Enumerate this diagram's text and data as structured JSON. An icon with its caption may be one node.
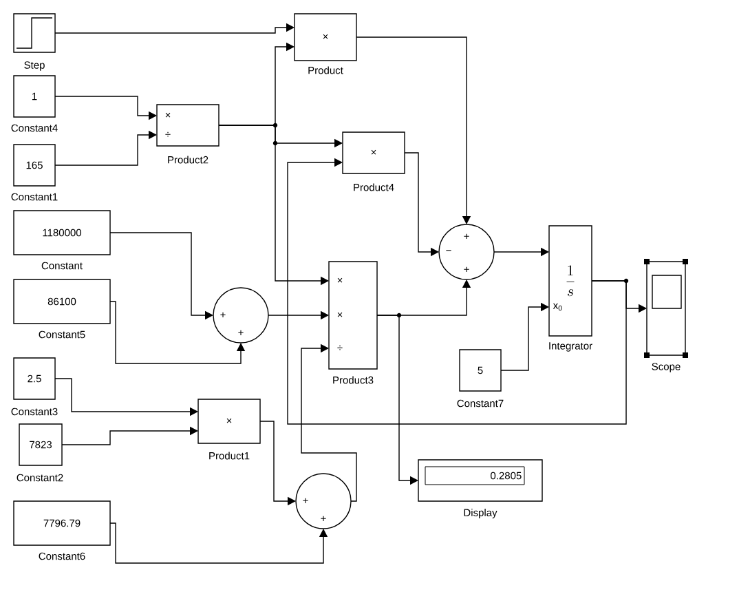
{
  "diagram": {
    "nodes": [
      {
        "text": [
          "Step"
        ]
      },
      {
        "text": [
          "×",
          "Product"
        ]
      },
      {
        "text": [
          "1",
          "Constant4"
        ]
      },
      {
        "text": [
          "×",
          "÷",
          "Product2"
        ]
      },
      {
        "text": [
          "×",
          "Product4"
        ]
      },
      {
        "text": [
          "165",
          "Constant1"
        ]
      },
      {
        "text": [
          "1180000",
          "Constant"
        ]
      },
      {
        "text": [
          "+",
          "−",
          "+"
        ]
      },
      {
        "text": [
          "\\frac{1}{s}",
          "x$_{0}$",
          "Integrator"
        ]
      },
      {
        "text": [
          "×",
          "×",
          "÷",
          "Product3"
        ]
      },
      {
        "text": [
          "+",
          "+"
        ]
      },
      {
        "text": [
          "Scope"
        ]
      },
      {
        "text": [
          "86100",
          "Constant5"
        ]
      },
      {
        "text": [
          "5",
          "Constant7"
        ]
      },
      {
        "text": [
          "2.5",
          "Constant3"
        ]
      },
      {
        "text": [
          "×",
          "Product1"
        ]
      },
      {
        "text": [
          "7823",
          "Constant2"
        ]
      },
      {
        "text": [
          "0.2805",
          "Display"
        ]
      },
      {
        "text": [
          "+",
          "+"
        ]
      },
      {
        "text": [
          "7796.79",
          "Constant6"
        ]
      }
    ],
    "edges": [
      {
        "from": 0,
        "to": 1,
        "arrow": "to"
      },
      {
        "from": 2,
        "to": 3,
        "arrow": "to"
      },
      {
        "from": 5,
        "to": 3,
        "arrow": "to"
      },
      {
        "from": 3,
        "to": 1,
        "arrow": "to"
      },
      {
        "from": 3,
        "to": 4,
        "arrow": "to"
      },
      {
        "from": 3,
        "to": 9,
        "arrow": "to"
      },
      {
        "from": 1,
        "to": 7,
        "arrow": "to"
      },
      {
        "from": 4,
        "to": 7,
        "arrow": "to"
      },
      {
        "from": 6,
        "to": 10,
        "arrow": "to"
      },
      {
        "from": 12,
        "to": 10,
        "arrow": "to"
      },
      {
        "from": 10,
        "to": 9,
        "arrow": "to"
      },
      {
        "from": 9,
        "to": 7,
        "arrow": "to"
      },
      {
        "from": 9,
        "to": 17,
        "arrow": "to"
      },
      {
        "from": 8,
        "to": 4,
        "arrow": "to"
      },
      {
        "from": 8,
        "to": 11,
        "arrow": "to"
      },
      {
        "from": 14,
        "to": 15,
        "arrow": "to"
      },
      {
        "from": 16,
        "to": 15,
        "arrow": "to"
      },
      {
        "from": 15,
        "to": 18,
        "arrow": "to"
      },
      {
        "from": 19,
        "to": 18,
        "arrow": "to"
      },
      {
        "from": 18,
        "to": 9,
        "arrow": "to"
      },
      {
        "from": 13,
        "to": 8,
        "arrow": "to"
      },
      {
        "from": 7,
        "to": 8,
        "arrow": "to"
      }
    ]
  }
}
